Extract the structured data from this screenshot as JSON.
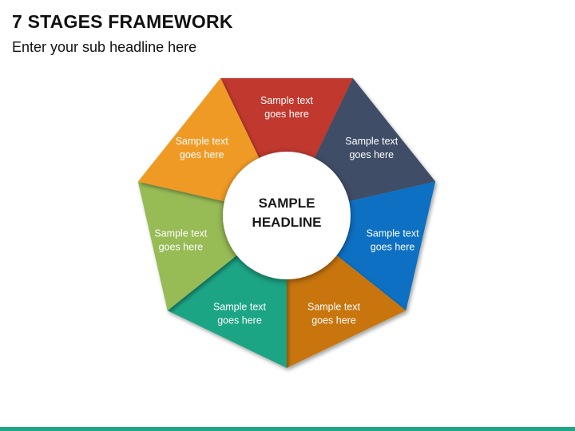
{
  "header": {
    "title": "7 STAGES FRAMEWORK",
    "subtitle": "Enter your sub headline here"
  },
  "diagram": {
    "center": {
      "line1": "SAMPLE",
      "line2": "HEADLINE"
    },
    "stages": [
      {
        "line1": "Sample text",
        "line2": "goes here",
        "color": "#c0392f"
      },
      {
        "line1": "Sample text",
        "line2": "goes here",
        "color": "#3f4e66"
      },
      {
        "line1": "Sample text",
        "line2": "goes here",
        "color": "#0a6fc2"
      },
      {
        "line1": "Sample text",
        "line2": "goes here",
        "color": "#c8740c"
      },
      {
        "line1": "Sample text",
        "line2": "goes here",
        "color": "#1fa585"
      },
      {
        "line1": "Sample text",
        "line2": "goes here",
        "color": "#97bb55"
      },
      {
        "line1": "Sample text",
        "line2": "goes here",
        "color": "#f09a25"
      }
    ]
  },
  "footer": {
    "accent_color": "#1fa585"
  }
}
